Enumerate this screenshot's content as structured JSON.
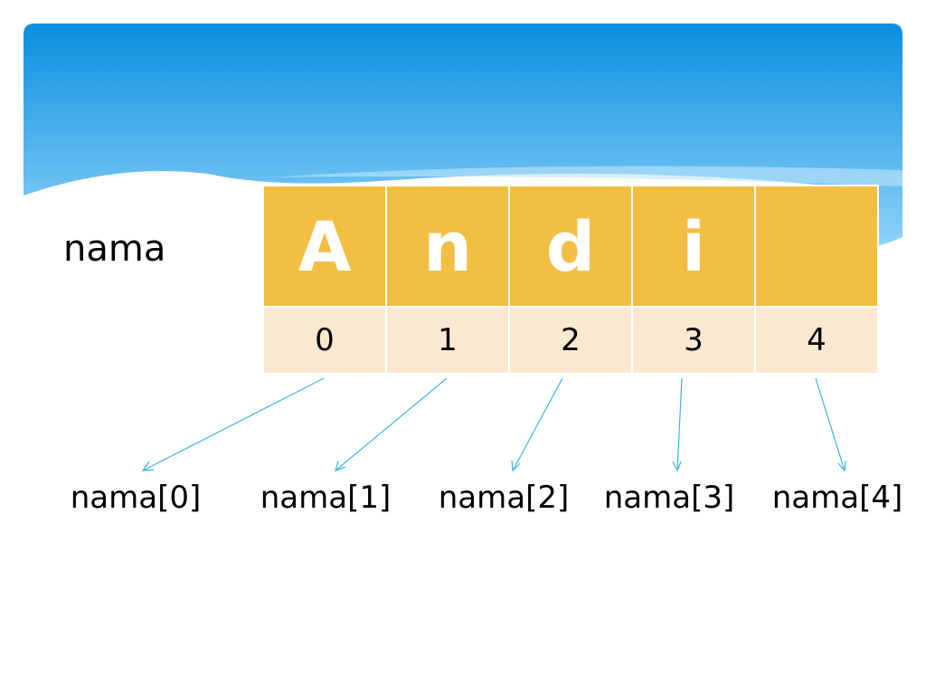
{
  "variable_label": "nama",
  "cells": [
    {
      "char": "A",
      "index": "0"
    },
    {
      "char": "n",
      "index": "1"
    },
    {
      "char": "d",
      "index": "2"
    },
    {
      "char": "i",
      "index": "3"
    },
    {
      "char": "",
      "index": "4"
    }
  ],
  "access_labels": [
    "nama[0]",
    "nama[1]",
    "nama[2]",
    "nama[3]",
    "nama[4]"
  ],
  "colors": {
    "char_cell": "#f2bf44",
    "index_cell": "#fae8d0",
    "arrow": "#3bb6e6",
    "header_top": "#0a8fe0",
    "header_bottom": "#8fd3f8"
  }
}
